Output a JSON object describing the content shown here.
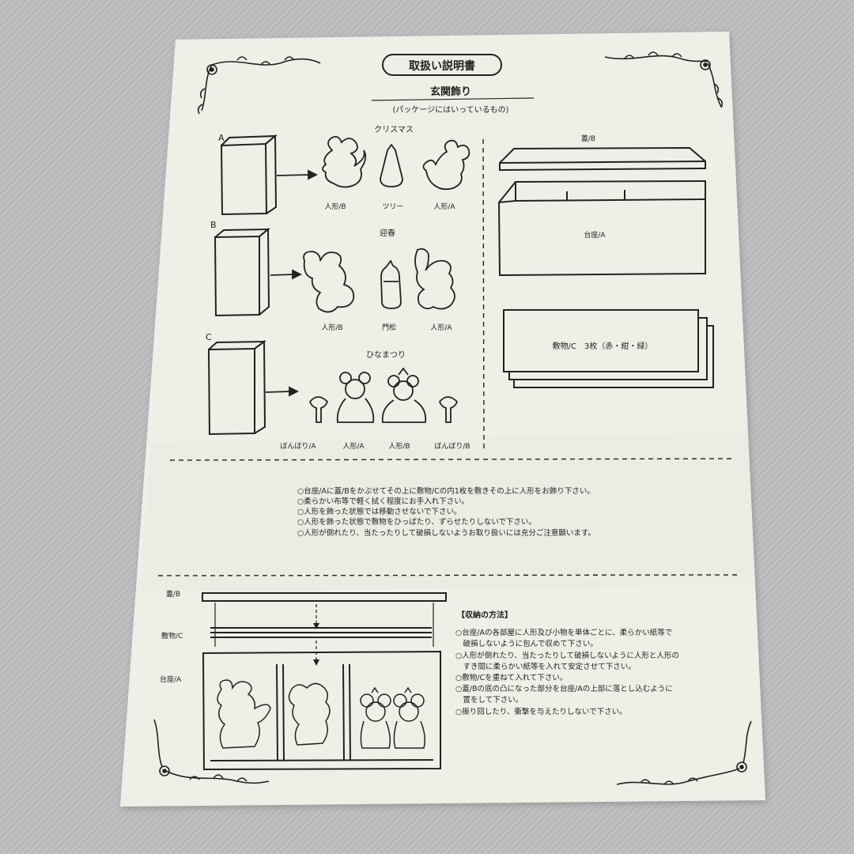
{
  "header": {
    "title": "取扱い説明書",
    "subtitle": "玄関飾り",
    "package_note": "(パッケージにはいっているもの)"
  },
  "packages": [
    {
      "letter": "A",
      "group_title": "クリスマス",
      "items": [
        "人形/B",
        "ツリー",
        "人形/A"
      ]
    },
    {
      "letter": "B",
      "group_title": "迎春",
      "items": [
        "人形/B",
        "門松",
        "人形/A"
      ]
    },
    {
      "letter": "C",
      "group_title": "ひなまつり",
      "items": [
        "ぼんぼり/A",
        "人形/A",
        "人形/B",
        "ぼんぼり/B"
      ]
    }
  ],
  "base_parts": {
    "lid_label": "蓋/B",
    "base_label": "台座/A",
    "mat_label": "敷物/C　3枚（赤・紺・緑）"
  },
  "instructions": [
    "○台座/Aに蓋/Bをかぶせてその上に敷物/Cの内1枚を敷きその上に人形をお飾り下さい。",
    "○柔らかい布等で軽く拭く程度にお手入れ下さい。",
    "○人形を飾った状態では移動させないで下さい。",
    "○人形を飾った状態で敷物をひっぱたり、ずらせたりしないで下さい。",
    "○人形が倒れたり、当たったりして破損しないようお取り扱いには充分ご注意願います。"
  ],
  "storage": {
    "lid_label": "蓋/B",
    "mat_label": "敷物/C",
    "base_label": "台座/A",
    "title": "【収納の方法】",
    "lines": [
      "○台座/Aの各部屋に人形及び小物を単体ごとに、柔らかい紙等で",
      "　破損しないように包んで収めて下さい。",
      "○人形が倒れたり、当たったりして破損しないように人形と人形の",
      "　すき間に柔らかい紙等を入れて安定させて下さい。",
      "○敷物/Cを重ねて入れて下さい。",
      "○蓋/Bの底の凸になった部分を台座/Aの上部に落とし込むように",
      "　置をして下さい。",
      "○振り回したり、衝撃を与えたりしないで下さい。"
    ]
  }
}
